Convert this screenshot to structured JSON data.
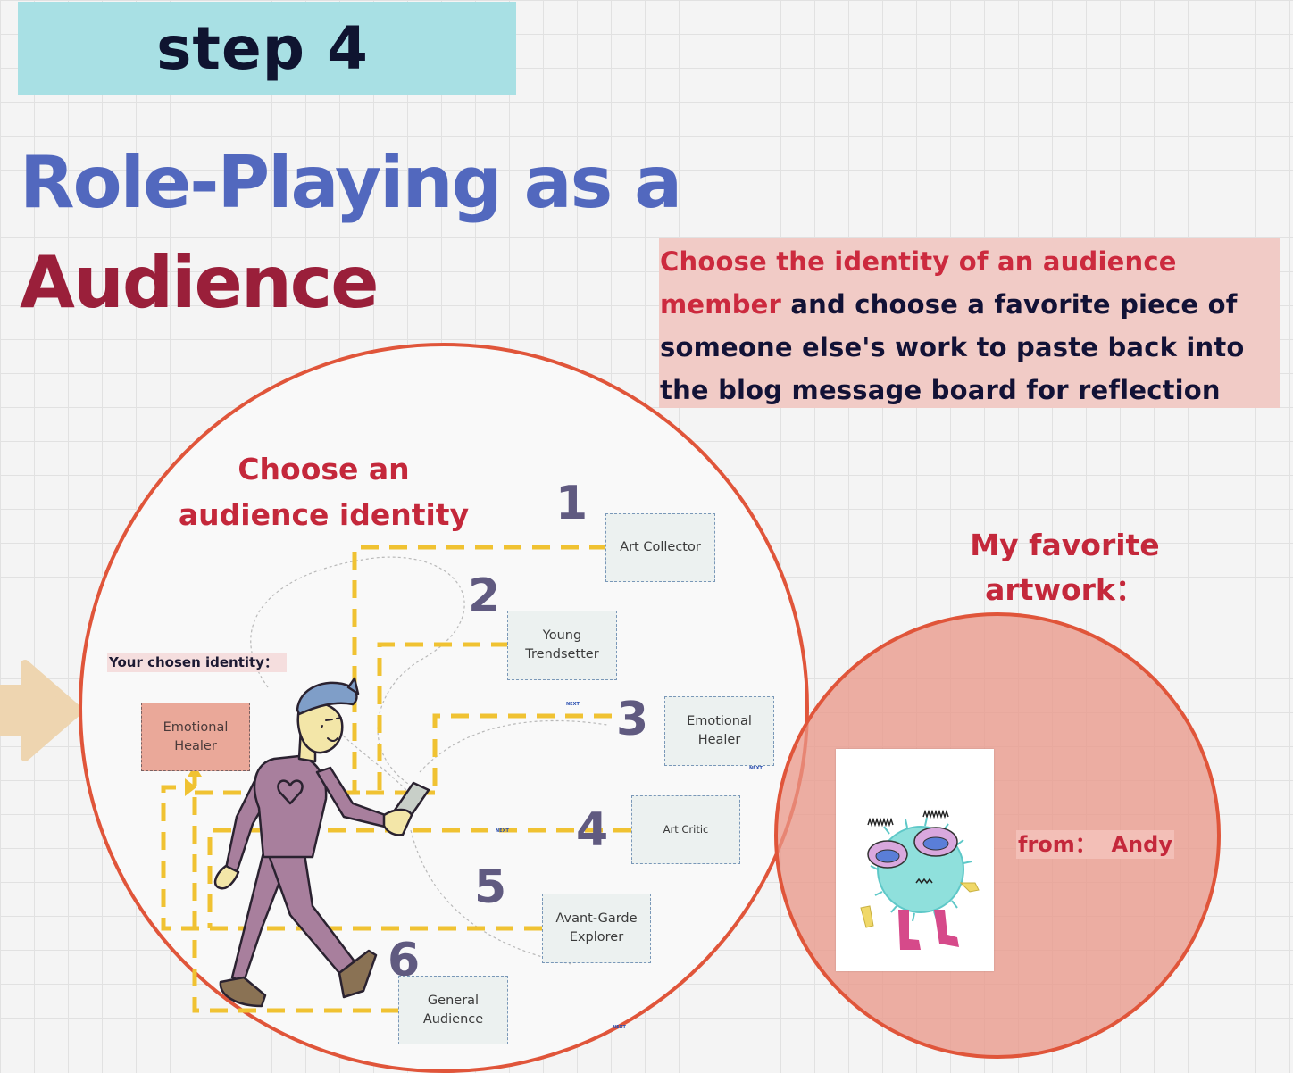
{
  "step": {
    "label": "step 4"
  },
  "title": {
    "line1": "Role-Playing as a",
    "line2": "Audience"
  },
  "instruction": {
    "highlight": "Choose the identity of an audience member",
    "rest": " and choose a favorite piece of someone else's work to paste back into the blog message board for reflection"
  },
  "left_circle": {
    "heading": "Choose an audience identity",
    "chosen_label": "Your chosen identity：",
    "chosen_value": "Emotional Healer",
    "options": [
      {
        "number": "1",
        "label": "Art Collector"
      },
      {
        "number": "2",
        "label": "Young Trendsetter"
      },
      {
        "number": "3",
        "label": "Emotional Healer"
      },
      {
        "number": "4",
        "label": "Art Critic"
      },
      {
        "number": "5",
        "label": "Avant-Garde Explorer"
      },
      {
        "number": "6",
        "label": "General Audience"
      }
    ],
    "next_tags": [
      "NEXT",
      "NEXT",
      "NEXT",
      "NEXT"
    ]
  },
  "right_circle": {
    "heading": "My  favorite artwork：",
    "from_label": "from：  Andy"
  },
  "colors": {
    "circle_border": "#e0553a",
    "accent_red": "#c4283b",
    "title_blue": "#5268be",
    "title_maroon": "#9a1f3a",
    "connector": "#f0c232",
    "banner": "#a8e0e4"
  }
}
